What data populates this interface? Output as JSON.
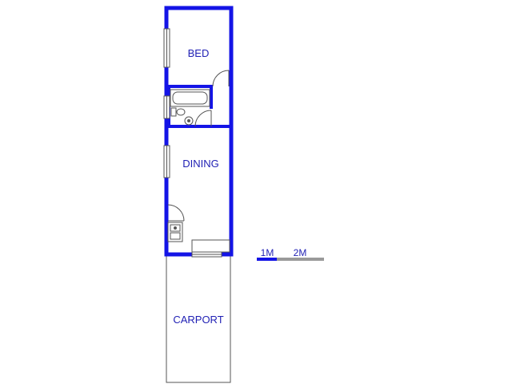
{
  "rooms": {
    "bed": "BED",
    "dining": "DINING",
    "carport": "CARPORT"
  },
  "scale_bar": {
    "label_1": "1M",
    "label_2": "2M"
  },
  "colors": {
    "wall": "#1414e6",
    "label": "#1f1fb4",
    "fixture": "#555555",
    "scale_primary": "#1414e6",
    "scale_secondary": "#9a9a9a"
  }
}
